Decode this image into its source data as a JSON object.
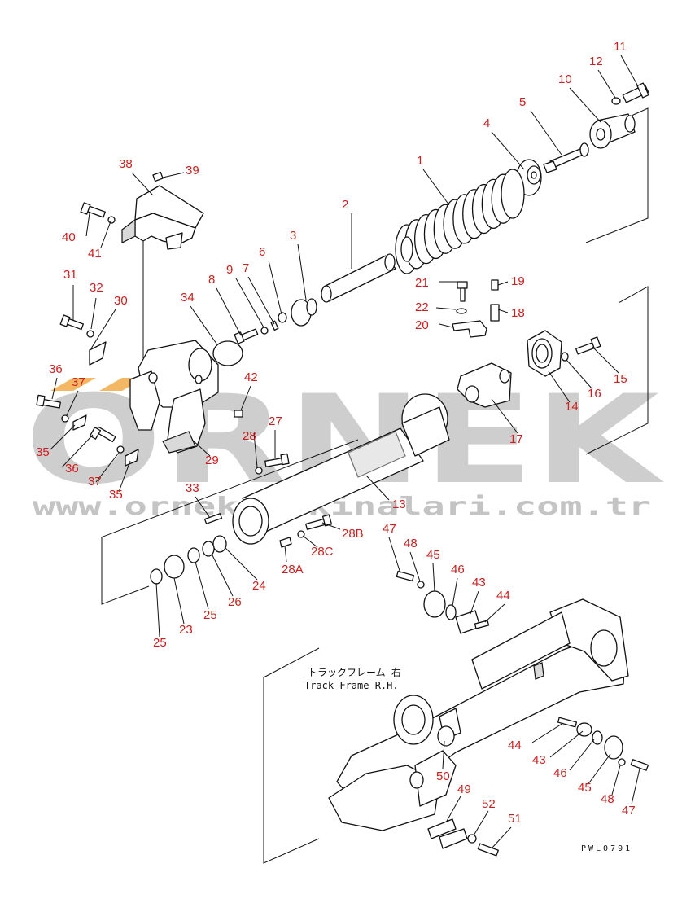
{
  "watermark": {
    "brand": "ORNEK",
    "url": "www.orneksmakinalari.com.tr",
    "accent_color": "#f0a030"
  },
  "frame_note": {
    "japanese": "トラックフレーム 右",
    "english": "Track Frame R.H."
  },
  "drawing_code": "PWL0791",
  "callout_color": "#cc1f1f",
  "callouts": [
    "11",
    "12",
    "10",
    "5",
    "4",
    "1",
    "38",
    "39",
    "40",
    "41",
    "2",
    "3",
    "6",
    "7",
    "9",
    "8",
    "34",
    "31",
    "32",
    "30",
    "21",
    "19",
    "22",
    "18",
    "20",
    "36",
    "37",
    "42",
    "35",
    "28",
    "27",
    "29",
    "36",
    "37",
    "35",
    "14",
    "16",
    "15",
    "17",
    "33",
    "13",
    "28B",
    "28C",
    "28A",
    "47",
    "48",
    "45",
    "46",
    "43",
    "44",
    "24",
    "26",
    "25",
    "23",
    "25",
    "44",
    "43",
    "46",
    "45",
    "48",
    "47",
    "50",
    "49",
    "52",
    "51"
  ]
}
